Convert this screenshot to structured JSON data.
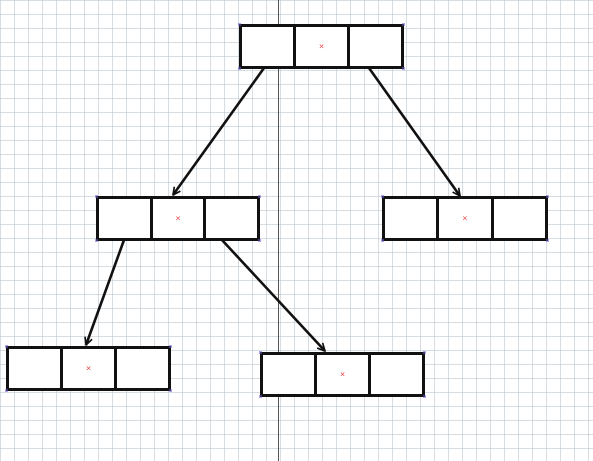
{
  "diagram": {
    "kind": "binary-tree-linked-nodes",
    "colors": {
      "background": "#ffffff",
      "grid": "#b4c3cd",
      "node_border": "#111111",
      "edge": "#111111",
      "center_marker": "#e03030",
      "guide_line": "#555555"
    },
    "center_marker_glyph": "×",
    "nodes": [
      {
        "id": "root"
      },
      {
        "id": "left"
      },
      {
        "id": "right"
      },
      {
        "id": "left-left"
      },
      {
        "id": "left-right"
      }
    ],
    "edges": [
      {
        "from": "root",
        "to": "left"
      },
      {
        "from": "root",
        "to": "right"
      },
      {
        "from": "left",
        "to": "left-left"
      },
      {
        "from": "left",
        "to": "left-right"
      }
    ]
  }
}
